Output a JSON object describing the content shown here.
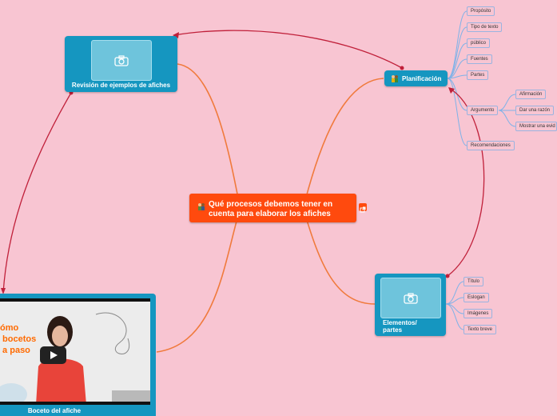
{
  "central": {
    "title": "Qué procesos debemos tener en cuenta para elaborar los afiches",
    "icon": "people-icon",
    "link_icon": "external-link-icon"
  },
  "nodes": {
    "revision": {
      "label": "Revisión de ejemplos de afiches",
      "icon": "camera-icon"
    },
    "planificacion": {
      "label": "Planificación",
      "icon": "people-icon"
    },
    "elementos": {
      "label": "Elementos/\npartes",
      "icon": "camera-icon"
    },
    "boceto": {
      "label": "Boceto del afiche",
      "video_text": "ómo\n bocetos\n a paso",
      "play_icon": "play-icon"
    }
  },
  "planificacion_children": [
    "Propósito",
    "Tipo de texto",
    "público",
    "Fuentes",
    "Partes",
    "Argumento",
    "Recomendaciones"
  ],
  "argumento_children": [
    "Afirmación",
    "Dar una razón",
    "Mostrar una evid"
  ],
  "elementos_children": [
    "Título",
    "Eslogan",
    "Imágenes",
    "Texto breve"
  ],
  "colors": {
    "background": "#f8c5d2",
    "central": "#ff4a0e",
    "topic": "#1596c0",
    "branch": "#f07a3c",
    "relation": "#c0203a",
    "leaf_line": "#7fb2e8"
  }
}
